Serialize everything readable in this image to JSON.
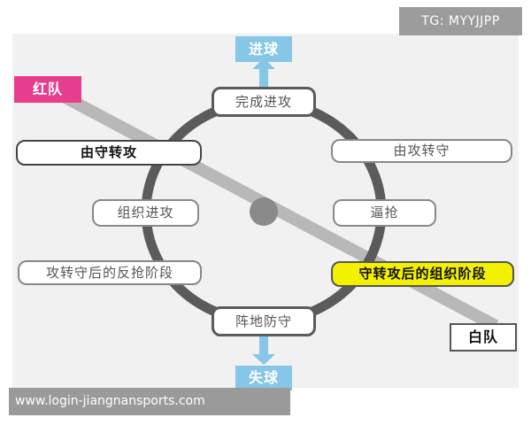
{
  "watermark": {
    "text": "TG: MYYJJPP"
  },
  "url": {
    "text": "www.login-jiangnansports.com"
  },
  "diagram": {
    "top_outcome": "进球",
    "bottom_outcome": "失球",
    "teams": {
      "red": "红队",
      "white": "白队"
    },
    "cycle": {
      "top": "完成进攻",
      "bottom": "阵地防守",
      "left": "组织进攻",
      "right": "逼抢"
    },
    "transitions": {
      "defense_to_attack": "由守转攻",
      "attack_to_defense": "由攻转守",
      "counter_press_phase": "攻转守后的反抢阶段",
      "build_up_phase": "守转攻后的组织阶段"
    },
    "colors": {
      "arrow_blue": "#86c6e6",
      "red_team": "#e73d8f",
      "highlight": "#f3f000",
      "ring": "#5b5b5b",
      "diagonal": "#b8b8b8"
    }
  }
}
